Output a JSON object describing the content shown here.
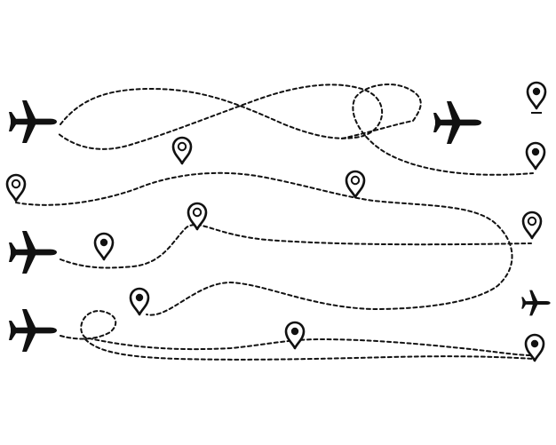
{
  "scene": {
    "background_color": "#ffffff",
    "ink_color": "#111111",
    "pin_fill_color": "#ffffff",
    "routes": [
      {
        "name": "route-top-loop"
      },
      {
        "name": "route-top-loop-exit"
      },
      {
        "name": "route-second"
      },
      {
        "name": "route-third"
      },
      {
        "name": "route-bottom-upper"
      },
      {
        "name": "route-bottom-lower"
      }
    ],
    "airplanes": [
      {
        "name": "airplane-icon-top-left"
      },
      {
        "name": "airplane-icon-top-right"
      },
      {
        "name": "airplane-icon-middle-left"
      },
      {
        "name": "airplane-icon-bottom-left"
      },
      {
        "name": "airplane-icon-small-right"
      }
    ],
    "pins": [
      {
        "name": "location-pin-icon-top-right",
        "style": "filled-dot"
      },
      {
        "name": "location-pin-icon-right-2",
        "style": "filled-dot"
      },
      {
        "name": "location-pin-icon-row2-left",
        "style": "outline"
      },
      {
        "name": "location-pin-icon-row2-mid",
        "style": "outline"
      },
      {
        "name": "location-pin-icon-row2-right",
        "style": "outline"
      },
      {
        "name": "location-pin-icon-row3-a",
        "style": "filled-dot"
      },
      {
        "name": "location-pin-icon-row3-b",
        "style": "outline"
      },
      {
        "name": "location-pin-icon-row3-right",
        "style": "outline"
      },
      {
        "name": "location-pin-icon-row4-left",
        "style": "solid"
      },
      {
        "name": "location-pin-icon-row4-mid",
        "style": "filled-dot"
      },
      {
        "name": "location-pin-icon-bottom-right",
        "style": "filled-dot"
      }
    ]
  }
}
